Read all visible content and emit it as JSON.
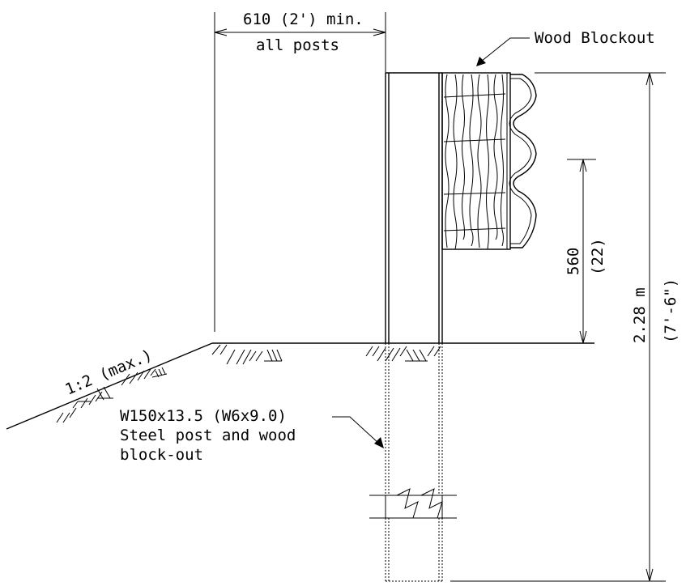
{
  "labels": {
    "post_spacing_value": "610 (2') min.",
    "post_spacing_note": "all posts",
    "wood_blockout": "Wood Blockout",
    "slope": "1:2 (max.)",
    "post_line1": "W150x13.5 (W6x9.0)",
    "post_line2": "Steel post and wood",
    "post_line3": "block-out",
    "rail_height_metric": "560",
    "rail_height_imperial": "(22)",
    "post_length_metric": "2.28 m",
    "post_length_imperial": "(7'-6\")"
  }
}
